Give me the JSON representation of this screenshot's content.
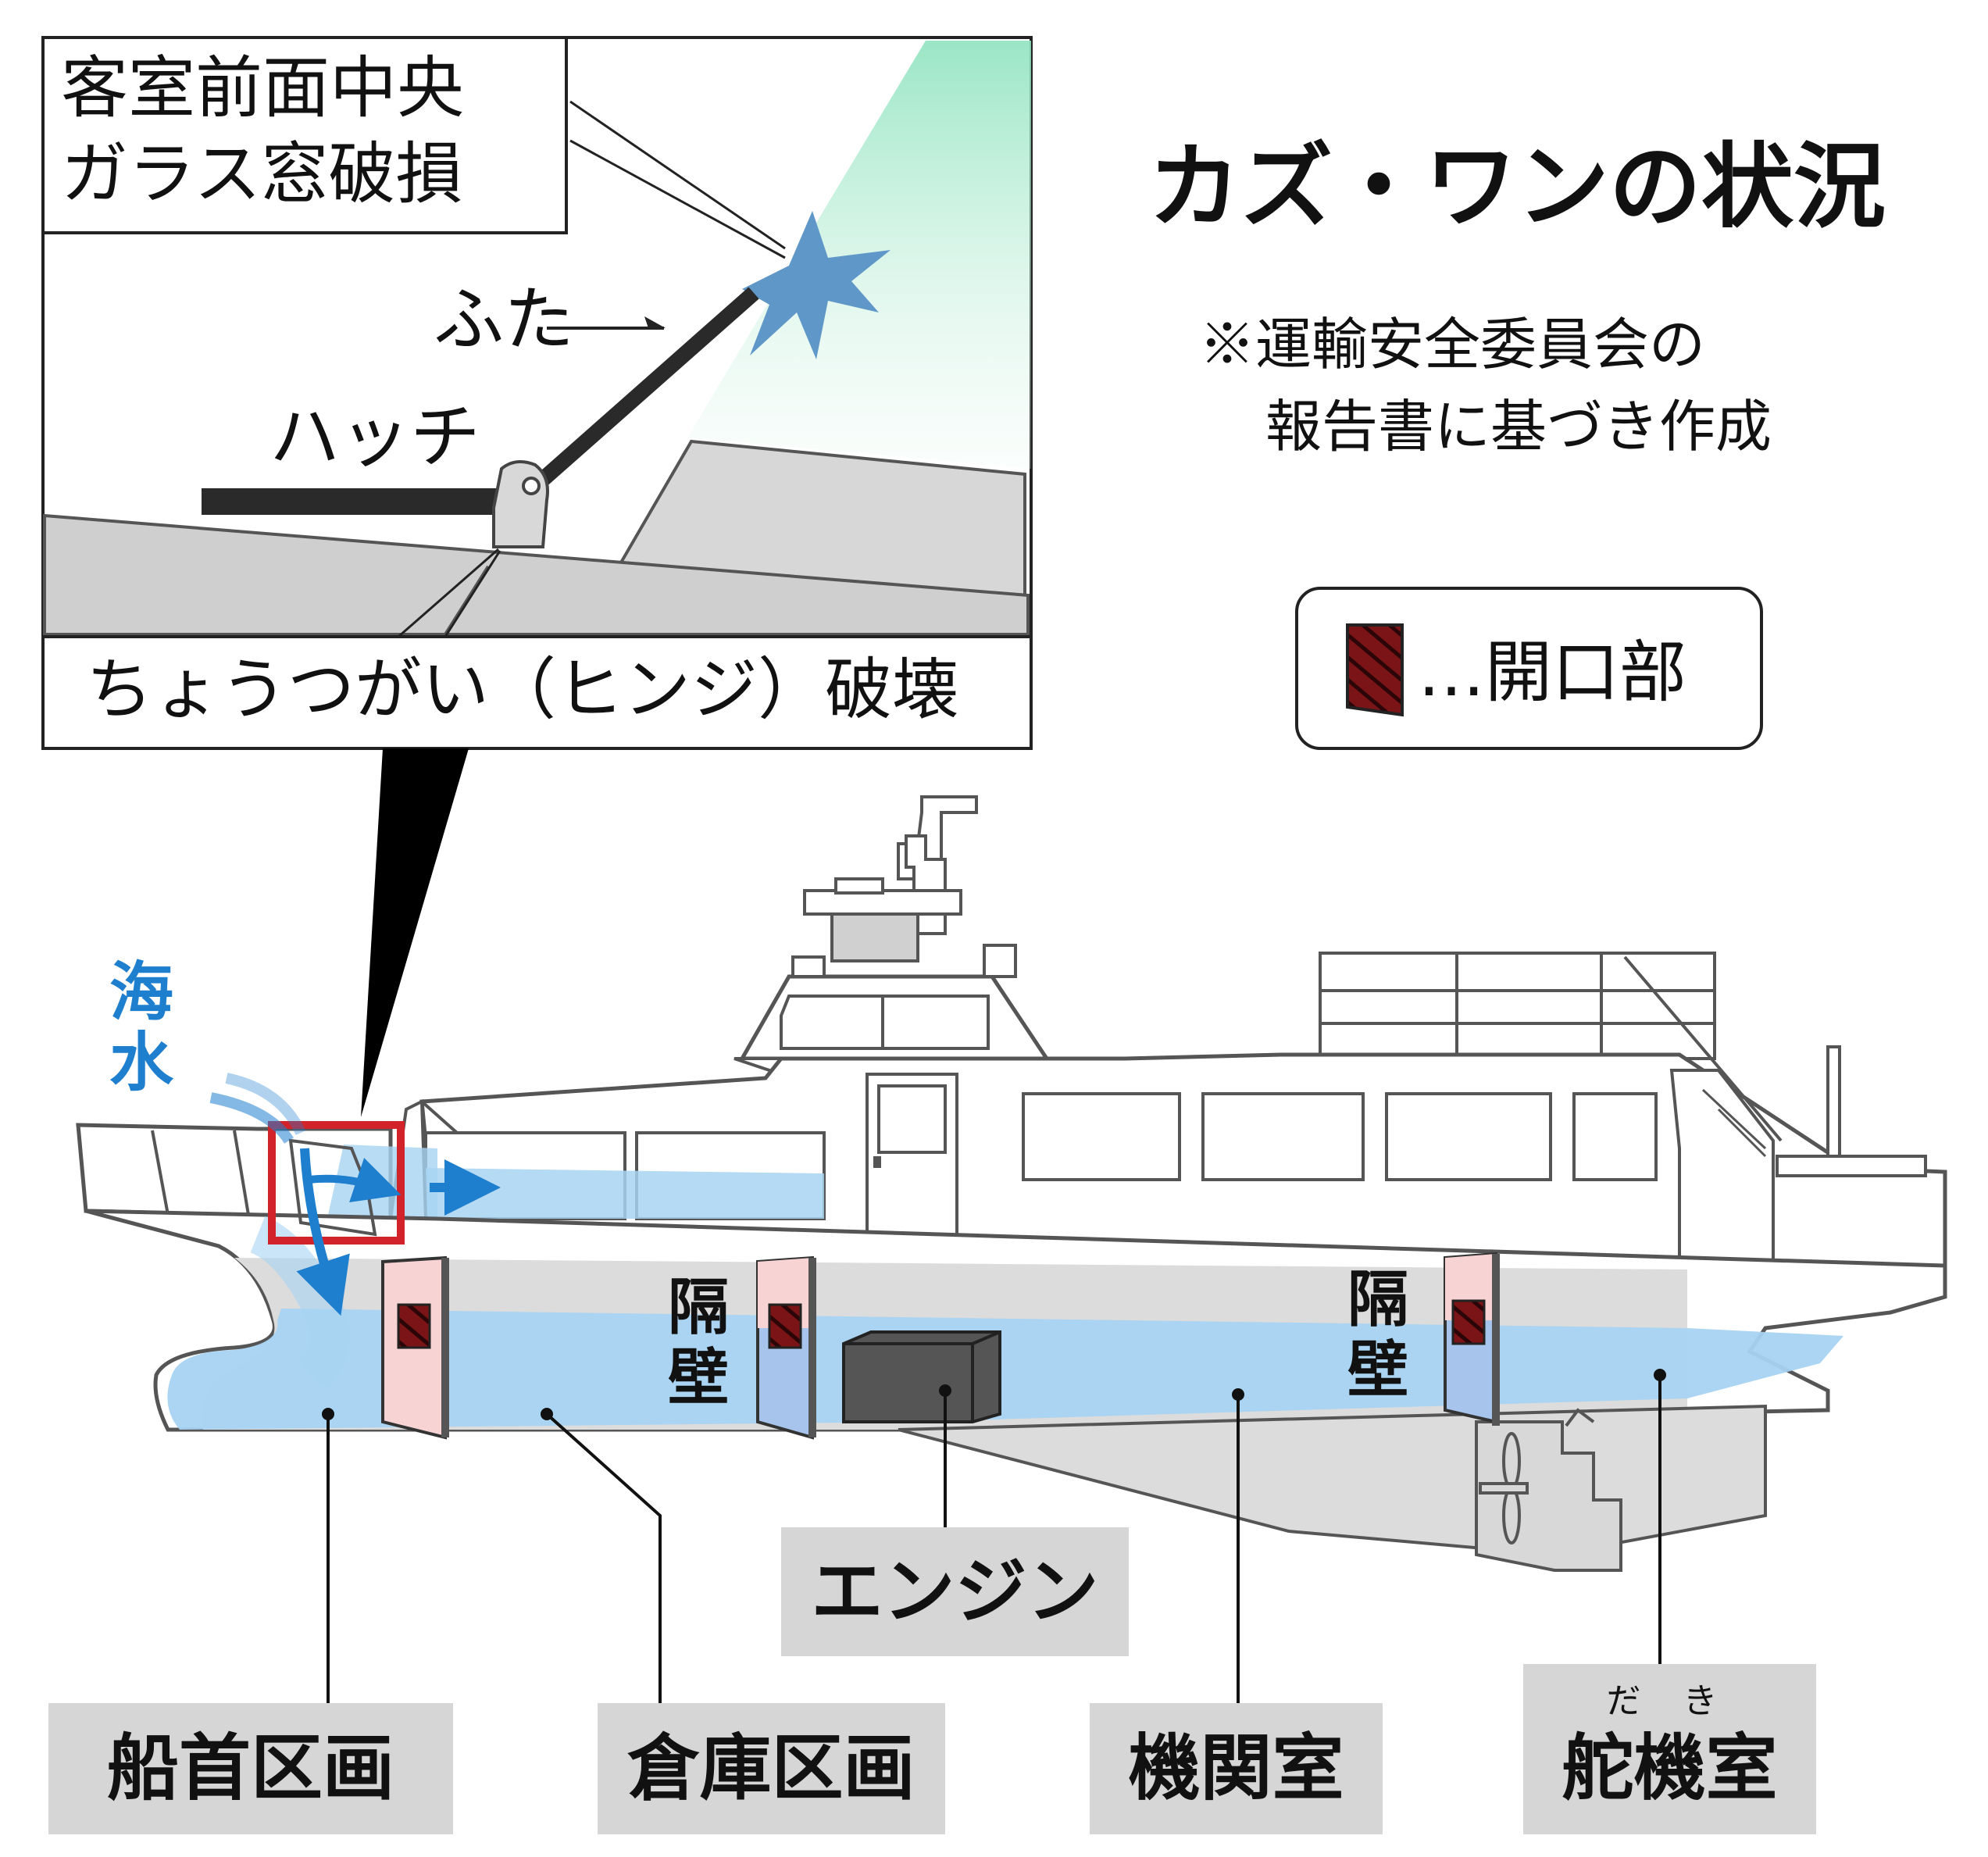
{
  "title": "カズ・ワンの状況",
  "note": [
    "※運輸安全委員会の",
    "報告書に基づき作成"
  ],
  "legend": {
    "label": "…開口部"
  },
  "inset": {
    "caption_top": [
      "客室前面中央",
      "ガラス窓破損"
    ],
    "label_futa": "ふた",
    "label_hatch": "ハッチ",
    "caption_bottom": "ちょうつがい（ヒンジ）破壊"
  },
  "seawater": [
    "海",
    "水"
  ],
  "bulkhead": [
    "隔",
    "壁"
  ],
  "compartments": {
    "bow": "船首区画",
    "storage": "倉庫区画",
    "engine": "エンジン",
    "engine_room": "機関室",
    "steering_room": "舵機室",
    "steering_ruby": "だ き"
  },
  "colors": {
    "water": "#a7d3f2",
    "arrow": "#1f7fcf",
    "opening": "#7b1416",
    "bulkhead_fill": "#f7d3d4",
    "highlight": "#d2232a",
    "label_box": "#d6d6d6",
    "hull_shade": "#dcdcdc"
  }
}
